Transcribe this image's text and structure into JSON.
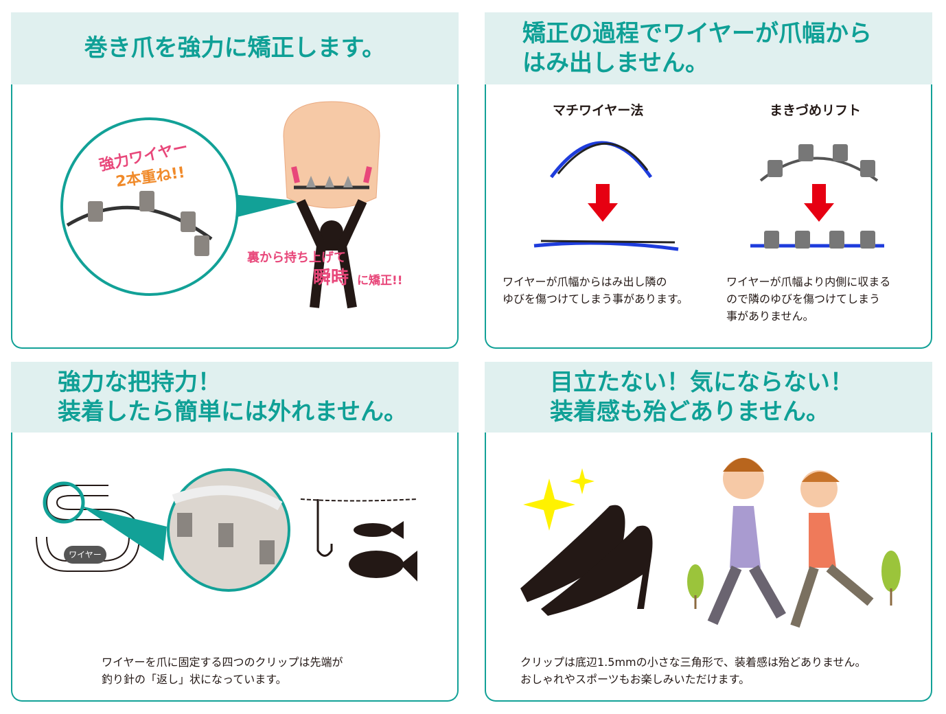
{
  "panels": [
    {
      "title": [
        "巻き爪を強力に矯正します。"
      ],
      "badge": [
        "強力ワイヤー",
        "2本重ね!!"
      ],
      "caption": [
        "裏から持ち上げて",
        "瞬時",
        "に矯正!!"
      ]
    },
    {
      "title": [
        "矯正の過程でワイヤーが爪幅から",
        "はみ出しません。"
      ],
      "left_label": "マチワイヤー法",
      "right_label": "まきづめリフト",
      "left_caption": [
        "ワイヤーが爪幅からはみ出し隣の",
        "ゆびを傷つけてしまう事があります。"
      ],
      "right_caption": [
        "ワイヤーが爪幅より内側に収まる",
        "ので隣のゆびを傷つけてしまう",
        "事がありません。"
      ]
    },
    {
      "title": [
        "強力な把持力！",
        "装着したら簡単には外れません。"
      ],
      "wire_label": "ワイヤー",
      "caption": [
        "ワイヤーを爪に固定する四つのクリップは先端が",
        "釣り針の「返し」状になっています。"
      ]
    },
    {
      "title": [
        "目立たない！気にならない！",
        "装着感も殆どありません。"
      ],
      "caption": [
        "クリップは底辺1.5mmの小さな三角形で、装着感は殆どありません。",
        "おしゃれやスポーツもお楽しみいただけます。"
      ]
    }
  ],
  "colors": {
    "teal": "#12a197",
    "header_bg": "#e0f0ef",
    "pink": "#e8477a",
    "arrow_red": "#e60012"
  }
}
